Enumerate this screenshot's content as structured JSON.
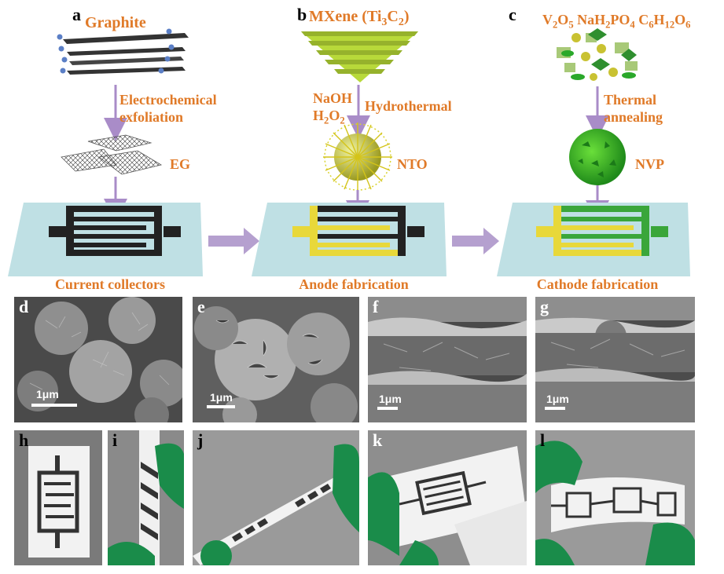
{
  "panels": {
    "a": {
      "label": "a",
      "title": "Graphite",
      "step": [
        "Electrochemical",
        "exfoliation"
      ],
      "product": "EG",
      "caption": "Current collectors"
    },
    "b": {
      "label": "b",
      "title_main": "MXene (Ti",
      "title_sub1": "3",
      "title_mid": "C",
      "title_sub2": "2",
      "title_end": ")",
      "reagent1": "NaOH",
      "reagent2_main": "H",
      "reagent2_sub1": "2",
      "reagent2_mid": "O",
      "reagent2_sub2": "2",
      "step": "Hydrothermal",
      "product": "NTO",
      "caption": "Anode fabrication"
    },
    "c": {
      "label": "c",
      "p1": "V",
      "p1s": "2",
      "p2": "O",
      "p2s": "5",
      "p3": " NaH",
      "p3s": "2",
      "p4": "PO",
      "p4s": "4",
      "p5": " C",
      "p5s": "6",
      "p6": "H",
      "p6s": "12",
      "p7": "O",
      "p7s": "6",
      "step": [
        "Thermal",
        "annealing"
      ],
      "product": "NVP",
      "caption": "Cathode fabrication"
    },
    "d": {
      "label": "d",
      "scale": "1μm"
    },
    "e": {
      "label": "e",
      "scale": "1μm"
    },
    "f": {
      "label": "f",
      "scale": "1μm"
    },
    "g": {
      "label": "g",
      "scale": "1μm"
    },
    "h": {
      "label": "h"
    },
    "i": {
      "label": "i"
    },
    "j": {
      "label": "j"
    },
    "k": {
      "label": "k"
    },
    "l": {
      "label": "l"
    }
  },
  "colors": {
    "text_orange": "#e07a28",
    "arrow": "#b08cc8",
    "substrate": "#bfe0e4",
    "collector": "#222222",
    "anode": "#e8d83a",
    "cathode": "#3aa63a",
    "mxene": "#b8d93a",
    "glove": "#1a8c4a"
  }
}
